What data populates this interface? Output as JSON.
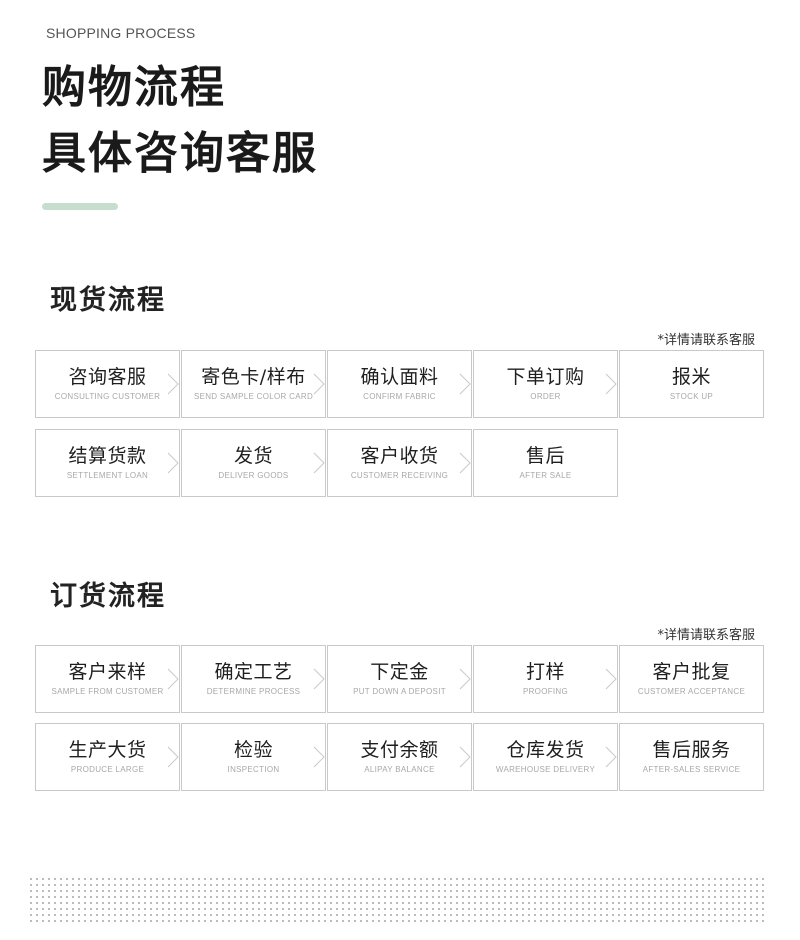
{
  "header": {
    "eyebrow": "SHOPPING PROCESS",
    "title_line1": "购物流程",
    "title_line2": "具体咨询客服",
    "accent_color": "#c7ddd0"
  },
  "sections": [
    {
      "title": "现货流程",
      "note": "*详情请联系客服",
      "rows": [
        [
          {
            "zh": "咨询客服",
            "en": "CONSULTING CUSTOMER"
          },
          {
            "zh": "寄色卡/样布",
            "en": "SEND SAMPLE COLOR CARD"
          },
          {
            "zh": "确认面料",
            "en": "CONFIRM FABRIC"
          },
          {
            "zh": "下单订购",
            "en": "ORDER"
          },
          {
            "zh": "报米",
            "en": "STOCK UP"
          }
        ],
        [
          {
            "zh": "结算货款",
            "en": "SETTLEMENT LOAN"
          },
          {
            "zh": "发货",
            "en": "DELIVER GOODS"
          },
          {
            "zh": "客户收货",
            "en": "CUSTOMER RECEIVING"
          },
          {
            "zh": "售后",
            "en": "AFTER SALE"
          }
        ]
      ]
    },
    {
      "title": "订货流程",
      "note": "*详情请联系客服",
      "rows": [
        [
          {
            "zh": "客户来样",
            "en": "SAMPLE FROM CUSTOMER"
          },
          {
            "zh": "确定工艺",
            "en": "DETERMINE PROCESS"
          },
          {
            "zh": "下定金",
            "en": "PUT DOWN A DEPOSIT"
          },
          {
            "zh": "打样",
            "en": "PROOFING"
          },
          {
            "zh": "客户批复",
            "en": "CUSTOMER ACCEPTANCE"
          }
        ],
        [
          {
            "zh": "生产大货",
            "en": "PRODUCE LARGE"
          },
          {
            "zh": "检验",
            "en": "INSPECTION"
          },
          {
            "zh": "支付余额",
            "en": "ALIPAY BALANCE"
          },
          {
            "zh": "仓库发货",
            "en": "WAREHOUSE DELIVERY"
          },
          {
            "zh": "售后服务",
            "en": "AFTER-SALES SERVICE"
          }
        ]
      ]
    }
  ]
}
